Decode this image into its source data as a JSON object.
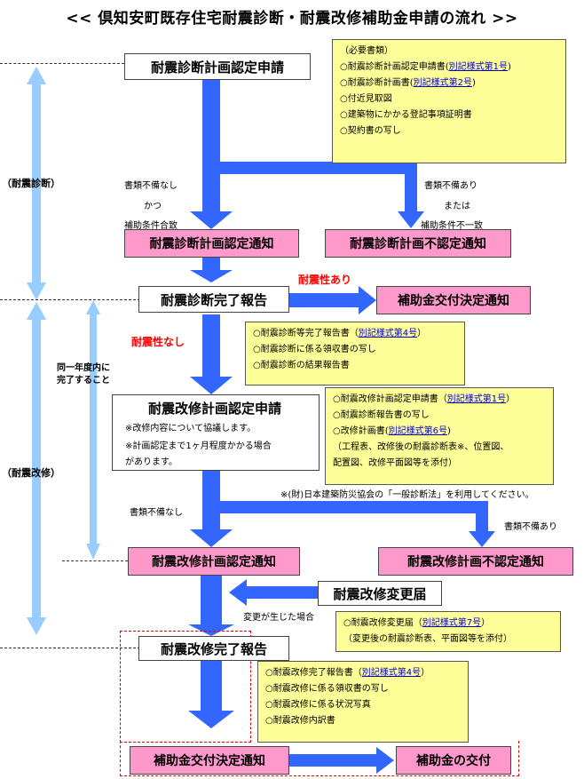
{
  "title": "<< 倶知安町既存住宅耐震診断・耐震改修補助金申請の流れ >>",
  "boxes": {
    "diag_plan_apply": "耐震診断計画認定申請",
    "diag_plan_approve": "耐震診断計画認定通知",
    "diag_plan_reject": "耐震診断計画不認定通知",
    "diag_complete": "耐震診断完了報告",
    "subsidy_decision_1": "補助金交付決定通知",
    "reno_plan_apply": "耐震改修計画認定申請",
    "reno_plan_approve": "耐震改修計画認定通知",
    "reno_plan_reject": "耐震改修計画不認定通知",
    "reno_change": "耐震改修変更届",
    "reno_complete": "耐震改修完了報告",
    "subsidy_decision_2": "補助金交付決定通知",
    "subsidy_payment": "補助金の交付"
  },
  "reno_apply_notes": [
    "※改修内容について協議します。",
    "※計画認定まで1ヶ月程度かかる場合",
    "があります。"
  ],
  "notes": {
    "n1": {
      "header": "（必要書類）",
      "items": [
        {
          "text": "○耐震診断計画認定申請書(",
          "link": "別記様式第1号",
          "after": ")"
        },
        {
          "text": "○耐震診断計画書(",
          "link": "別記様式第2号",
          "after": ")"
        },
        {
          "text": "○付近見取図"
        },
        {
          "text": "○建築物にかかる登記事項証明書"
        },
        {
          "text": "○契約書の写し"
        }
      ]
    },
    "n2": {
      "items": [
        {
          "text": "○耐震診断等完了報告書（",
          "link": "別記様式第4号",
          "after": "）"
        },
        {
          "text": "○耐震診断に係る領収書の写し"
        },
        {
          "text": "○耐震診断の結果報告書"
        }
      ]
    },
    "n3": {
      "items": [
        {
          "text": "○耐震改修計画認定申請書（",
          "link": "別記様式第1号",
          "after": "）"
        },
        {
          "text": "○耐震診断報告書の写し"
        },
        {
          "text": "○改修計画書(",
          "link": "別記様式第6号",
          "after": ")"
        },
        {
          "text": "（工程表、改修後の耐震診断表※、位置図、"
        },
        {
          "text": "配置図、改修平面図等を添付）"
        }
      ]
    },
    "n4": {
      "items": [
        {
          "text": "○耐震改修変更届（",
          "link": "別記様式第7号",
          "after": "）"
        },
        {
          "text": "（変更後の耐震診断表、平面図等を添付）"
        }
      ]
    },
    "n5": {
      "items": [
        {
          "text": "○耐震改修完了報告書（",
          "link": "別記様式第4号",
          "after": "）"
        },
        {
          "text": "○耐震改修に係る領収書の写し"
        },
        {
          "text": "○耐震改修に係る状況写真"
        },
        {
          "text": "○耐震改修内訳書"
        }
      ]
    }
  },
  "labels": {
    "ok_1": "書類不備なし",
    "ok_2": "かつ",
    "ok_3": "補助条件合致",
    "ng_1": "書類不備あり",
    "ng_2": "または",
    "ng_3": "補助条件不一致",
    "resistant": "耐震性あり",
    "not_resistant": "耐震性なし",
    "same_year_1": "同一年度内に",
    "same_year_2": "完了すること",
    "footnote": "※(財)日本建築防災協会の「一般診断法」を利用してください。",
    "reno_ok": "書類不備なし",
    "reno_ng": "書類不備あり",
    "change_occurred": "変更が生じた場合",
    "phase_diag": "（耐震診断）",
    "phase_reno": "（耐震改修）"
  },
  "colors": {
    "arrow_blue": "#3366ff",
    "light_blue": "#99ccff",
    "pink": "#ff99cc",
    "note_yellow": "#ffff99",
    "red": "#ff0000"
  }
}
